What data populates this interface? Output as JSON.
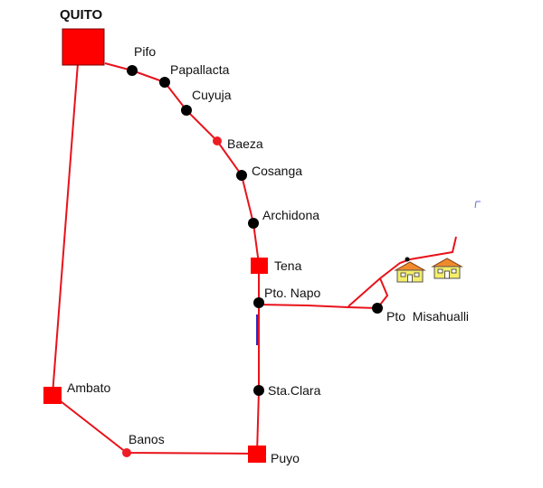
{
  "map": {
    "title": "QUITO",
    "colors": {
      "road": "#e8121a",
      "city": "#ff0000",
      "stop": "#000000",
      "town": "#ee1c24",
      "house_wall": "#f5ee6a",
      "house_roof": "#f08a2c",
      "marker": "#2a2ac8"
    },
    "cities": [
      {
        "name": "QUITO",
        "type": "capital"
      },
      {
        "name": "Tena",
        "type": "city"
      },
      {
        "name": "Ambato",
        "type": "city"
      },
      {
        "name": "Puyo",
        "type": "city"
      }
    ],
    "towns": [
      {
        "name": "Baeza"
      },
      {
        "name": "Banos"
      }
    ],
    "stops": [
      {
        "name": "Pifo"
      },
      {
        "name": "Papallacta"
      },
      {
        "name": "Cuyuja"
      },
      {
        "name": "Cosanga"
      },
      {
        "name": "Archidona"
      },
      {
        "name": "Pto. Napo"
      },
      {
        "name": "Sta.Clara"
      },
      {
        "name": "Pto  Misahualli"
      }
    ],
    "legend_icons": [
      "house-icon",
      "house-icon"
    ]
  }
}
